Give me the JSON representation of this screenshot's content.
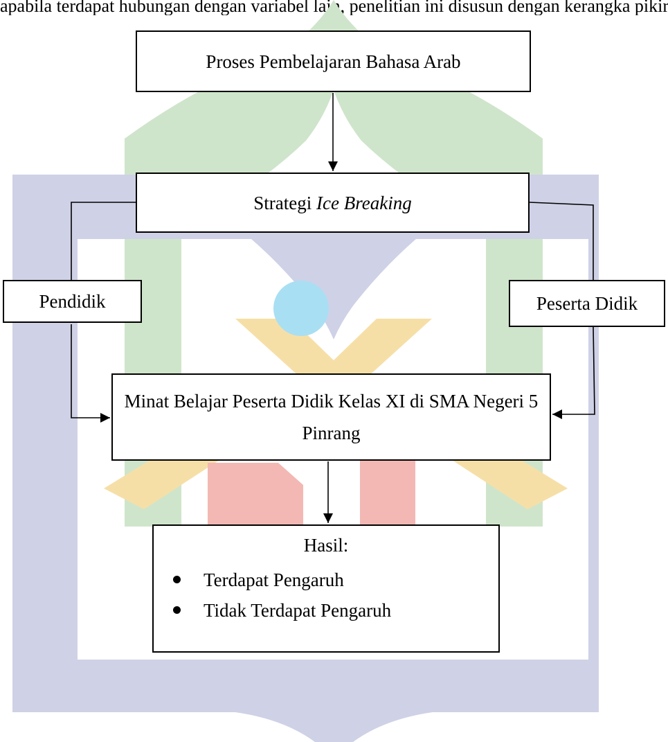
{
  "page": {
    "intro_text": "apabila terdapat hubungan dengan variabel lain, penelitian ini disusun dengan kerangka pikir sebagai berikut:"
  },
  "diagram": {
    "nodes": {
      "proses": "Proses Pembelajaran Bahasa Arab",
      "strategi_prefix": "Strategi ",
      "strategi_italic": "Ice Breaking",
      "pendidik": "Pendidik",
      "peserta": "Peserta Didik",
      "minat": "Minat Belajar Peserta Didik Kelas XI di SMA Negeri 5 Pinrang",
      "hasil_title": "Hasil:",
      "hasil_items": [
        "Terdapat Pengaruh",
        "Tidak Terdapat Pengaruh"
      ]
    },
    "edges": [
      {
        "from": "proses",
        "to": "strategi"
      },
      {
        "from": "strategi",
        "to": "pendidik"
      },
      {
        "from": "pendidik",
        "to": "minat"
      },
      {
        "from": "strategi",
        "to": "peserta"
      },
      {
        "from": "peserta",
        "to": "minat"
      },
      {
        "from": "minat",
        "to": "hasil"
      }
    ]
  },
  "watermark": {
    "icon": "university-logo-watermark",
    "colors": {
      "green": "#cfe5cb",
      "lavender": "#cfd1e6",
      "yellow": "#f6dfa7",
      "red": "#f3b8b3",
      "cyan": "#a9dff3"
    }
  }
}
